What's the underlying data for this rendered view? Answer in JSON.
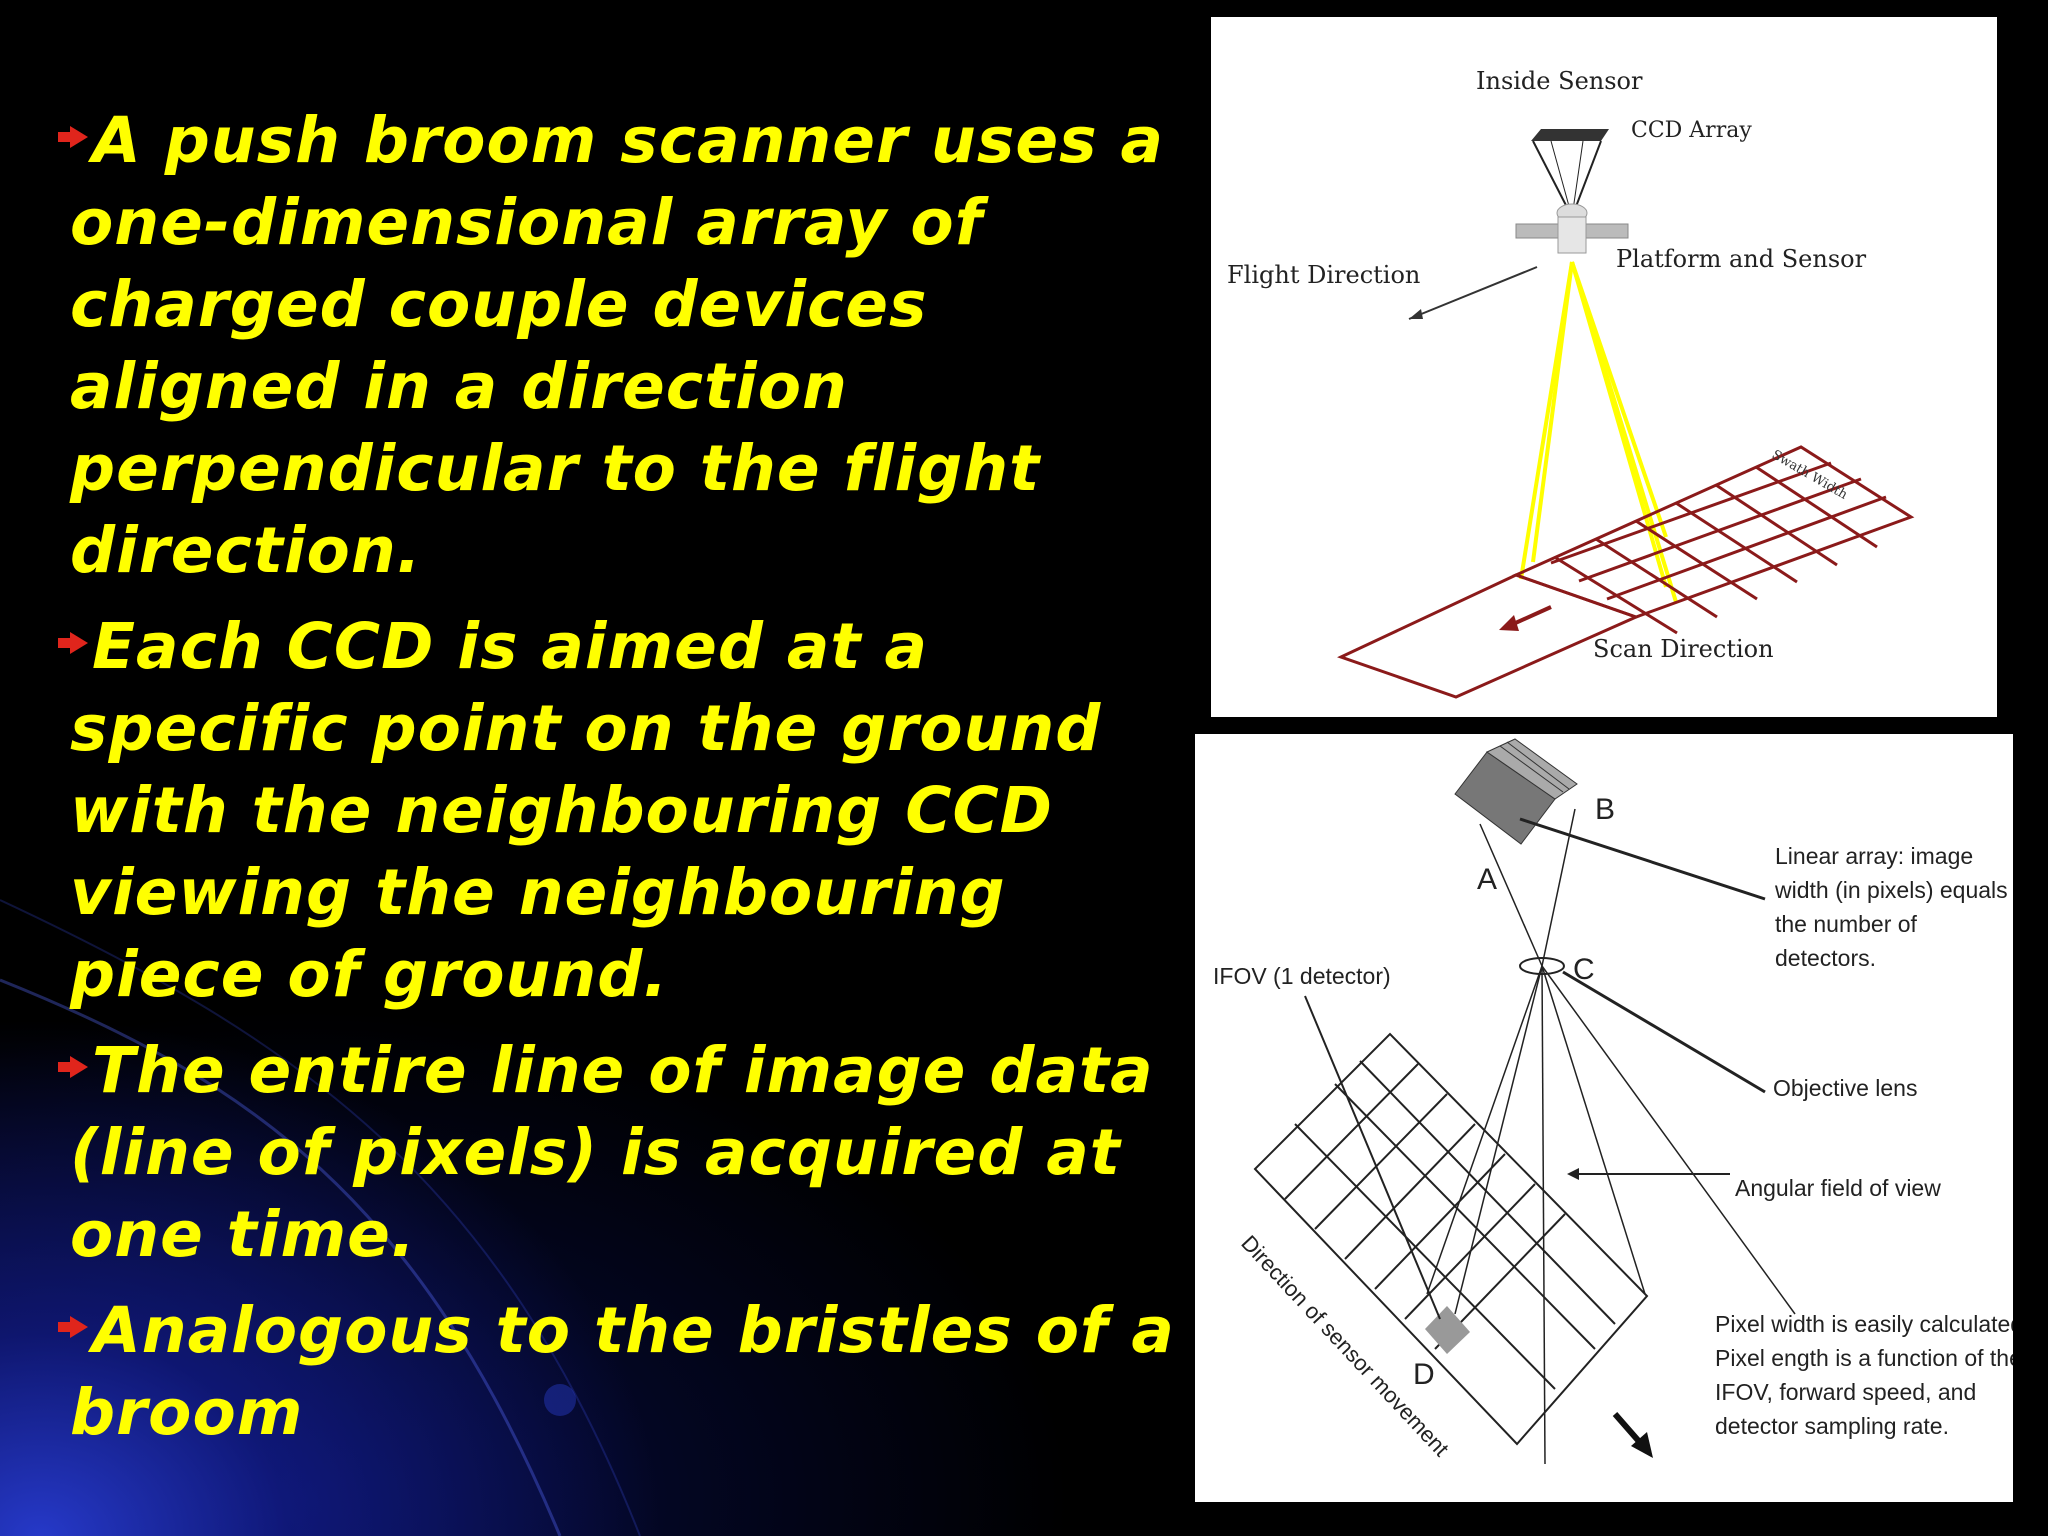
{
  "bullets": [
    "A push broom scanner uses a one-dimensional array of charged couple devices aligned in a direction perpendicular to the flight direction.",
    "Each CCD is aimed at a specific point on the ground with the neighbouring CCD viewing the neighbouring piece of ground.",
    "The entire line of image data (line of pixels) is acquired at one time.",
    "Analogous to the bristles of a broom"
  ],
  "diagram1": {
    "inside_sensor": "Inside Sensor",
    "ccd_array": "CCD Array",
    "platform_sensor": "Platform and Sensor",
    "flight_direction": "Flight Direction",
    "swath_width": "Swath Width",
    "scan_direction": "Scan Direction"
  },
  "diagram2": {
    "label_a": "A",
    "label_b": "B",
    "label_c": "C",
    "label_d": "D",
    "ifov": "IFOV (1 detector)",
    "linear_array_1": "Linear array:  image",
    "linear_array_2": "width (in pixels) equals",
    "linear_array_3": "the number of",
    "linear_array_4": "detectors.",
    "objective_lens": "Objective lens",
    "angular_fov": "Angular field of view",
    "direction_movement": "Direction of sensor movement",
    "pixel_1": "Pixel width is easily calculated.",
    "pixel_2": "Pixel ength is a function of the",
    "pixel_3": "IFOV, forward speed, and",
    "pixel_4": "detector sampling rate."
  },
  "colors": {
    "text": "#ffff00",
    "bullet": "#e0251c",
    "grid": "#8b1a1a",
    "beam": "#ffff00"
  }
}
